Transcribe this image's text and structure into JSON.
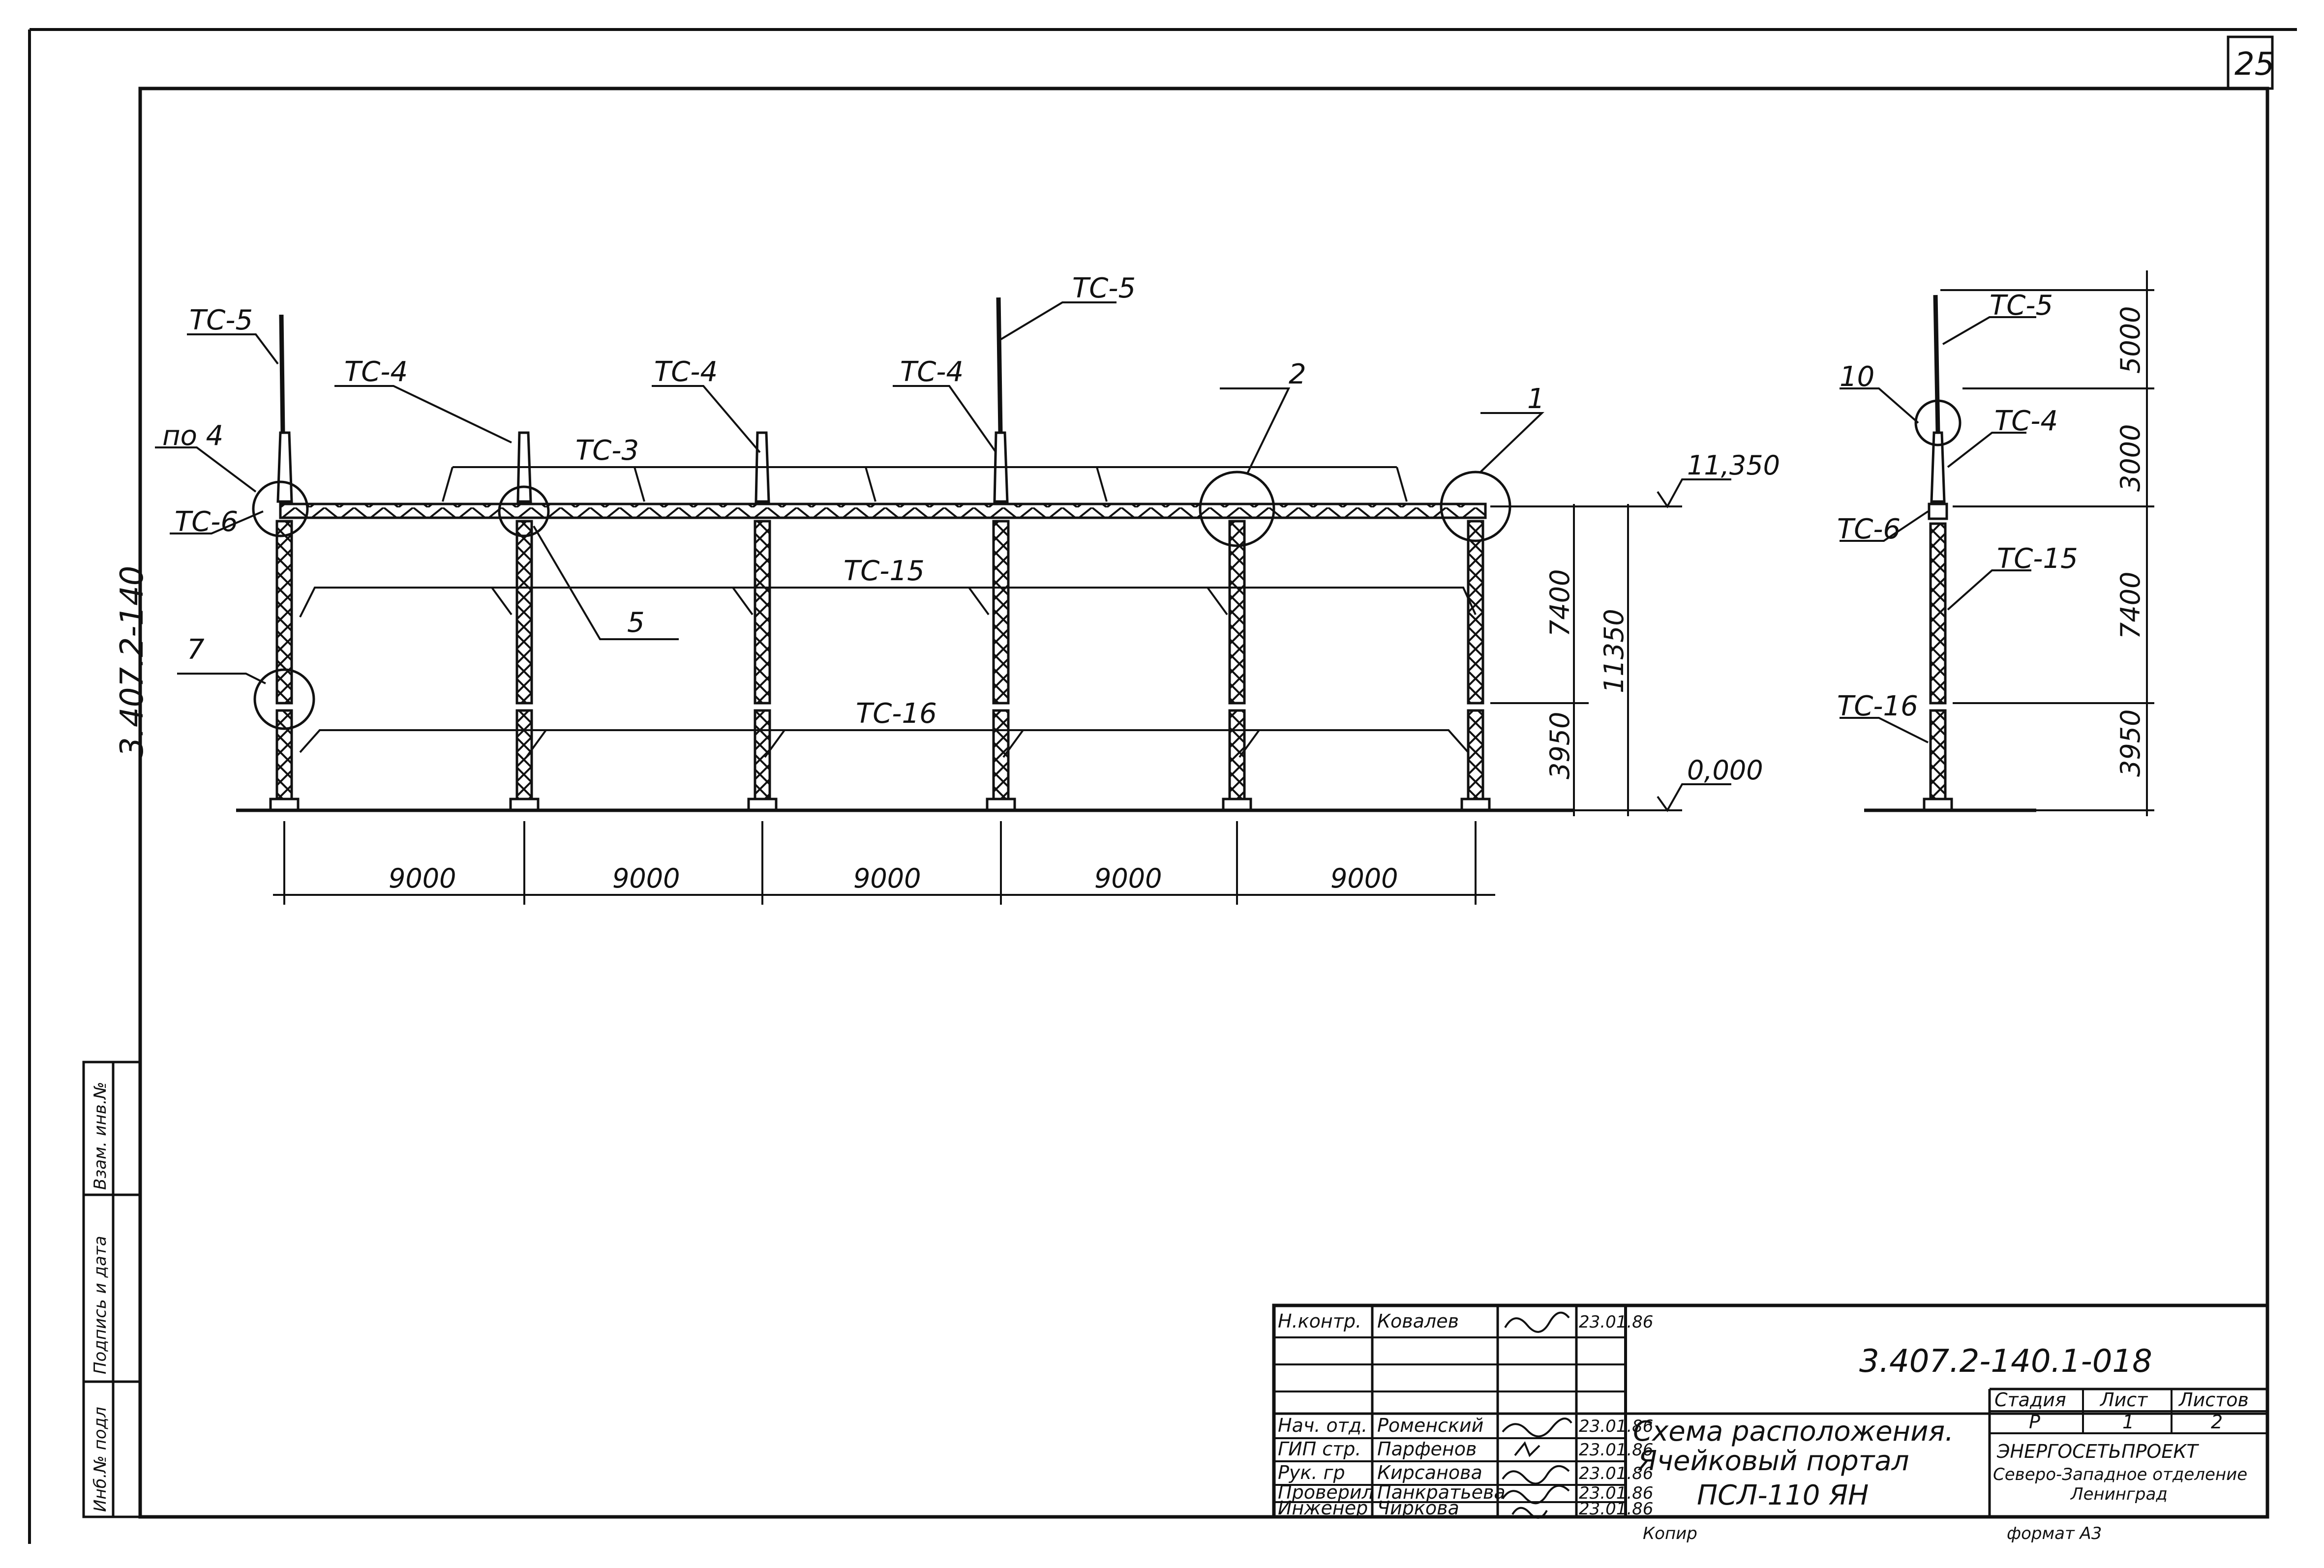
{
  "sheet": {
    "number": "25",
    "code": "3.407.2-140.1-018",
    "side_code": "3.407.2-140",
    "format": "формат А3",
    "copy": "Копир"
  },
  "labels": {
    "tc5": "ТС-5",
    "tc4": "ТС-4",
    "tc3": "ТС-3",
    "tc6": "ТС-6",
    "tc15": "ТС-15",
    "tc16": "ТС-16",
    "n1": "1",
    "n2": "2",
    "n5": "5",
    "n7": "7",
    "n10": "10",
    "po4": "по 4"
  },
  "dimensions": {
    "spans": [
      "9000",
      "9000",
      "9000",
      "9000",
      "9000"
    ],
    "h7400": "7400",
    "h3950": "3950",
    "h11350": "11350",
    "h5000": "5000",
    "h3000": "3000",
    "mark_top": "11,350",
    "mark_zero": "0,000"
  },
  "side_strip": {
    "inv_podl": "Инб.№ подл",
    "podpis": "Подпись и дата",
    "vzam": "Взам. инв.№"
  },
  "title_block": {
    "roles": [
      "Н.контр.",
      "Нач. отд.",
      "ГИП стр.",
      "Рук. гр",
      "Проверил",
      "Инженер"
    ],
    "names": [
      "Ковалев",
      "Роменский",
      "Парфенов",
      "Кирсанова",
      "Панкратьева",
      "Чиркова"
    ],
    "dates": [
      "23.01.86",
      "23.01.86",
      "23.01.86",
      "23.01.86",
      "23.01.86",
      "23.01.86"
    ],
    "title_line1": "Схема расположения.",
    "title_line2": "Ячейковый портал",
    "title_line3": "ПСЛ-110 ЯН",
    "stage_h": "Стадия",
    "sheet_h": "Лист",
    "sheets_h": "Листов",
    "stage": "Р",
    "sheet": "1",
    "sheets": "2",
    "org1": "ЭНЕРГОСЕТЬПРОЕКТ",
    "org2": "Северо-Западное отделение",
    "org3": "Ленинград"
  }
}
